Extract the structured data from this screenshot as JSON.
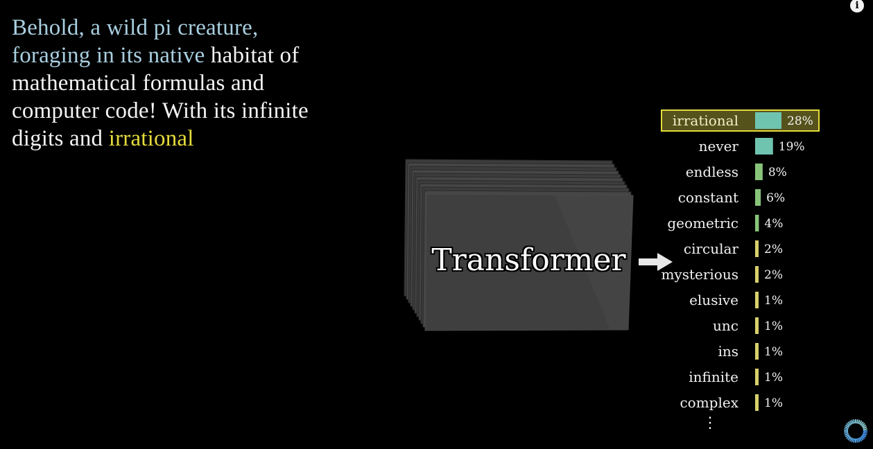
{
  "prompt": {
    "segments": [
      {
        "text": "Behold, a wild pi creature,",
        "color": "blue"
      },
      {
        "text": "foraging in its native",
        "color": "blue"
      },
      {
        "text": "habitat of",
        "color": "white"
      },
      {
        "text": "mathematical formulas and",
        "color": "white"
      },
      {
        "text": "computer code! With its infinite",
        "color": "white"
      },
      {
        "text": "digits and",
        "color": "white"
      },
      {
        "text": "irrational",
        "color": "yellow"
      }
    ]
  },
  "transformer": {
    "label": "Transformer"
  },
  "info_button": {
    "label": "i"
  },
  "ellipsis": "⋮",
  "colors": {
    "prompt_blue": "#a9cfe0",
    "prompt_yellow": "#e6dc3c",
    "highlight_border": "#e6dc3c",
    "highlight_fill": "#55521c",
    "bar_teal": "#6fc4b0",
    "bar_green": "#87c47a",
    "bar_yellow": "#d8d06a",
    "block_face": "#3f3f3f",
    "background": "#000000"
  },
  "chart_data": {
    "type": "bar",
    "orientation": "horizontal",
    "categories": [
      "irrational",
      "never",
      "endless",
      "constant",
      "geometric",
      "circular",
      "mysterious",
      "elusive",
      "unc",
      "ins",
      "infinite",
      "complex"
    ],
    "values": [
      28,
      19,
      8,
      6,
      4,
      2,
      2,
      1,
      1,
      1,
      1,
      1
    ],
    "value_labels": [
      "28%",
      "19%",
      "8%",
      "6%",
      "4%",
      "2%",
      "2%",
      "1%",
      "1%",
      "1%",
      "1%",
      "1%"
    ],
    "highlighted": "irrational",
    "title": "",
    "xlabel": "",
    "ylabel": ""
  }
}
